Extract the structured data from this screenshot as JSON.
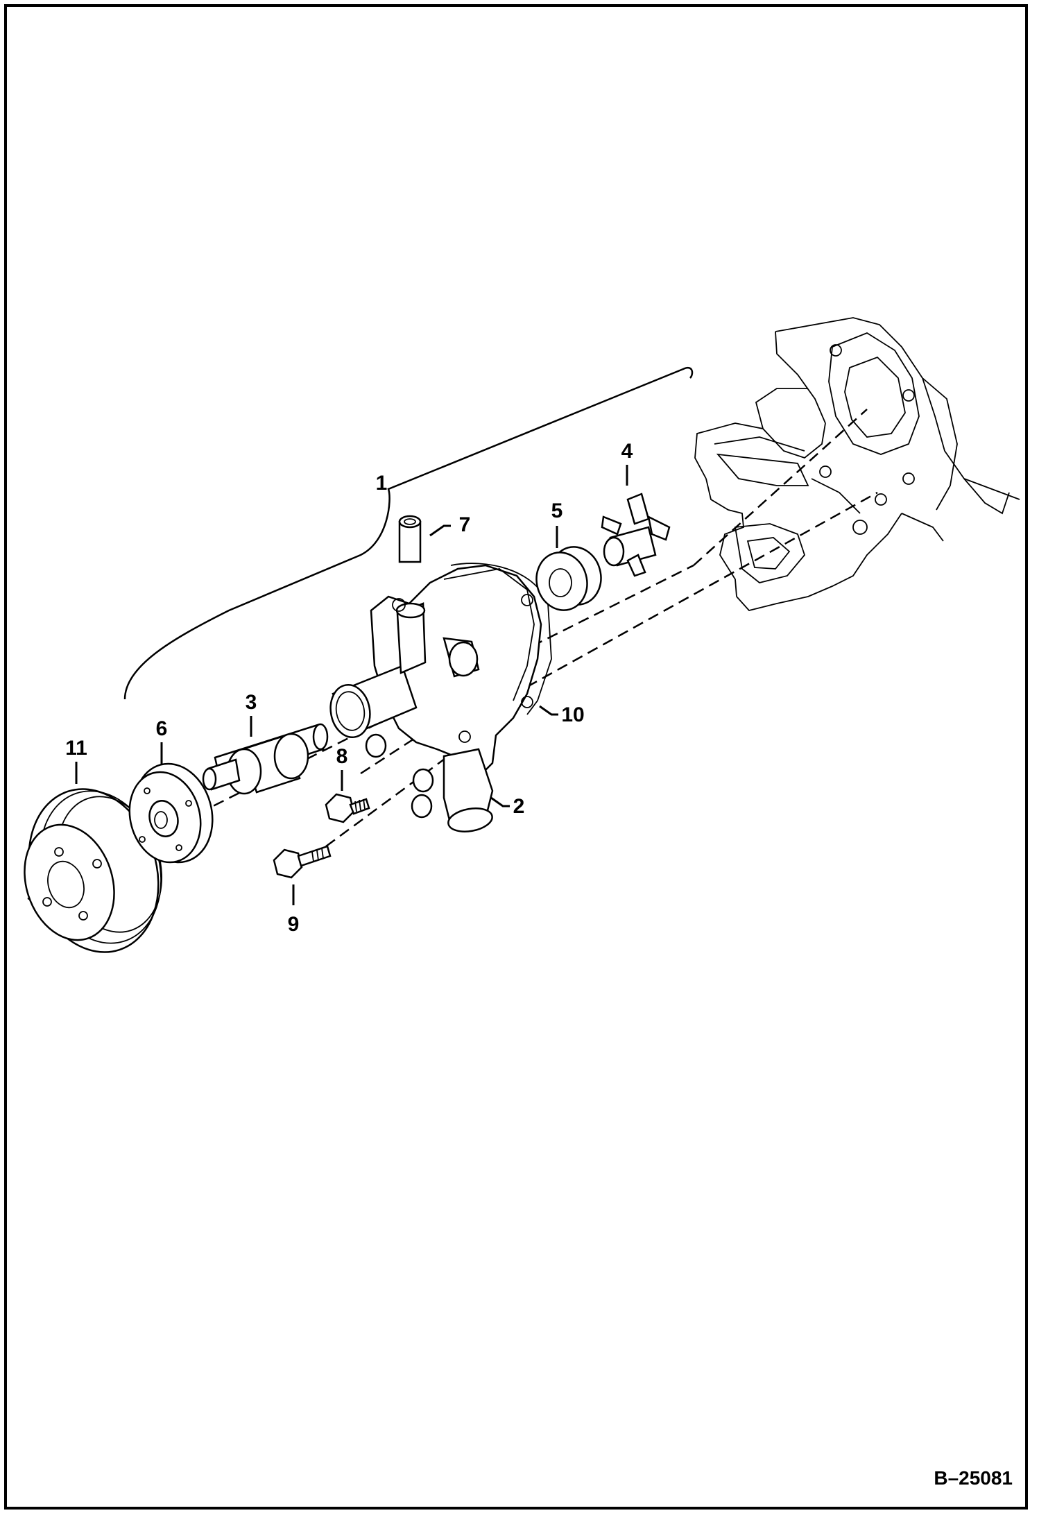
{
  "diagram": {
    "callouts": [
      {
        "id": "c1",
        "text": "1"
      },
      {
        "id": "c2",
        "text": "2"
      },
      {
        "id": "c3",
        "text": "3"
      },
      {
        "id": "c4",
        "text": "4"
      },
      {
        "id": "c5",
        "text": "5"
      },
      {
        "id": "c6",
        "text": "6"
      },
      {
        "id": "c7",
        "text": "7"
      },
      {
        "id": "c8",
        "text": "8"
      },
      {
        "id": "c9",
        "text": "9"
      },
      {
        "id": "c10",
        "text": "10"
      },
      {
        "id": "c11",
        "text": "11"
      }
    ],
    "figure_code": "B–25081"
  },
  "colors": {
    "ink": "#000000",
    "paper": "#ffffff"
  }
}
